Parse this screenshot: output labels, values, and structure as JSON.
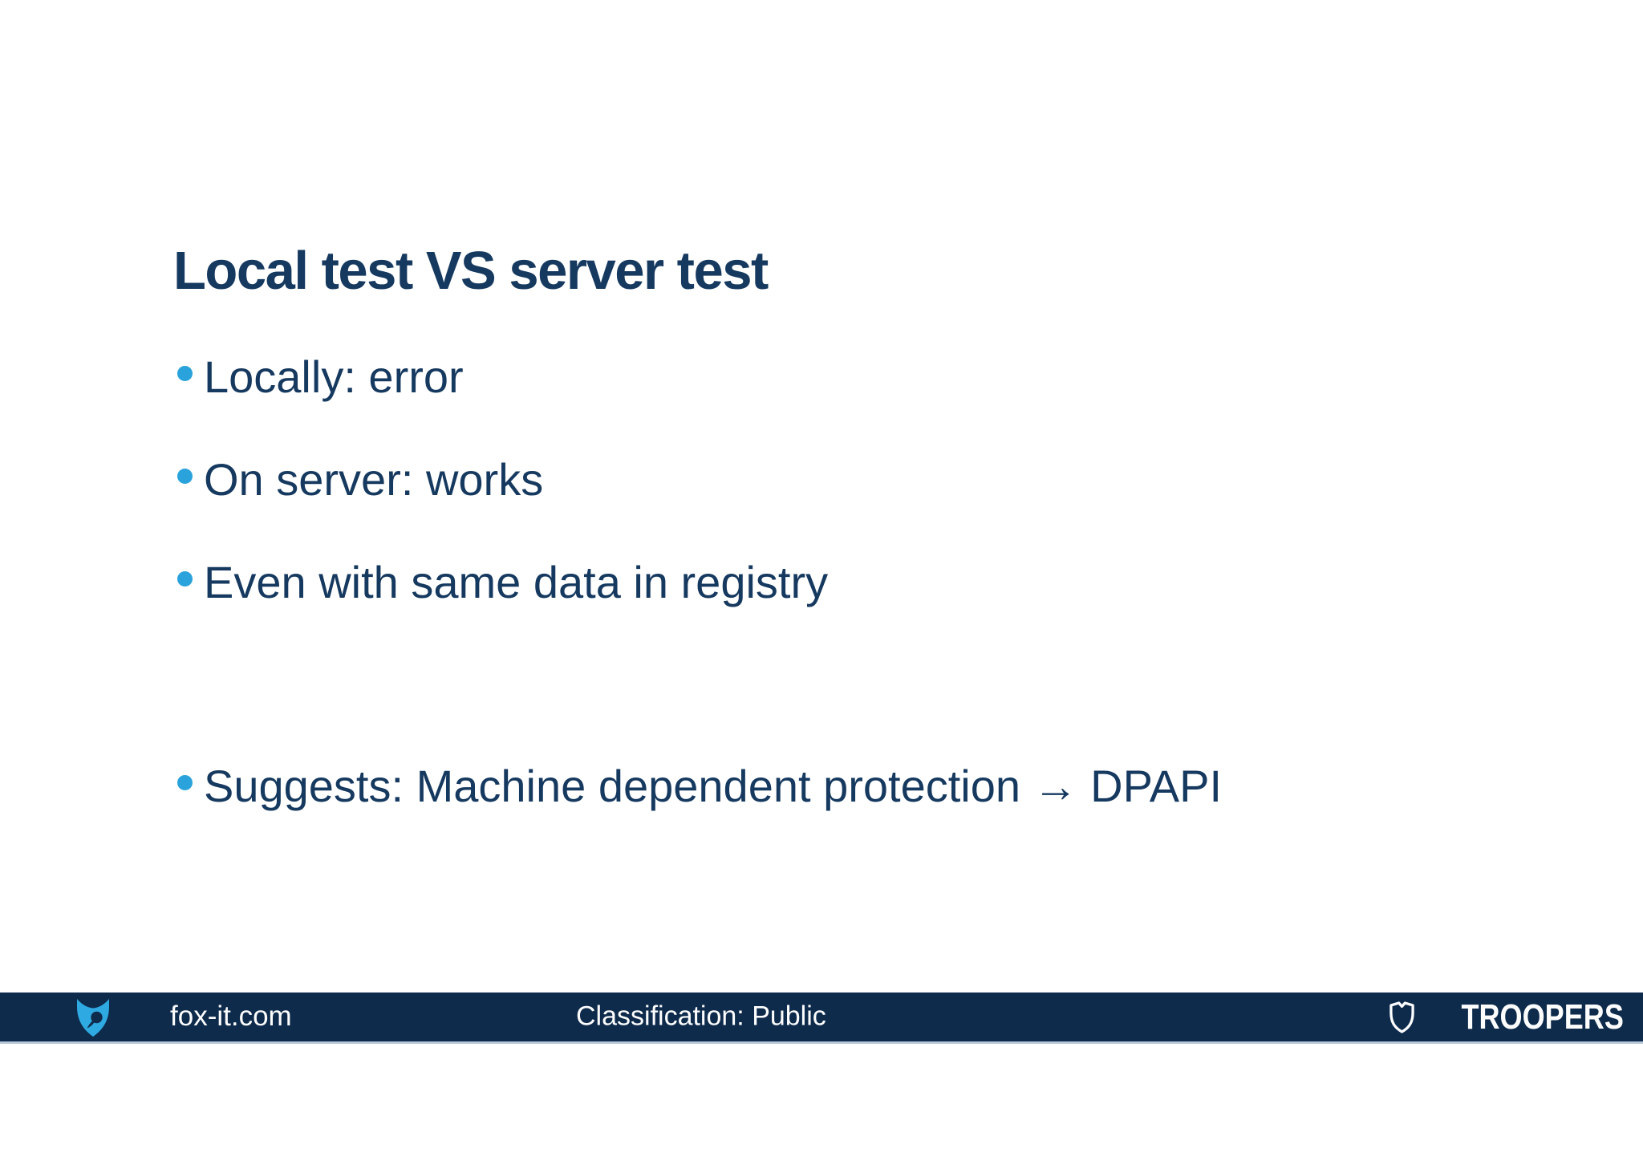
{
  "slide": {
    "title": "Local test VS server test",
    "bullets": [
      {
        "label": "Locally: error"
      },
      {
        "label": "On server: works"
      },
      {
        "label": "Even with same data in registry"
      },
      {
        "label": "Suggests: Machine dependent protection → DPAPI"
      }
    ]
  },
  "footer": {
    "website": "fox-it.com",
    "classification": "Classification: Public",
    "brand": "TROOPERS"
  },
  "icons": {
    "fox_logo": "fox-head-icon",
    "brand_shield": "shield-icon",
    "bullet": "bullet-dot-icon"
  },
  "colors": {
    "background": "#FFFFFF",
    "text_navy": "#16395F",
    "bullet_blue": "#2AA3DC",
    "footer_bar_navy": "#0E2B4C",
    "footer_border_light": "#B9C8D8",
    "fox_logo_blue": "#2FA9E1",
    "footer_text_white": "#FDFDFD"
  }
}
